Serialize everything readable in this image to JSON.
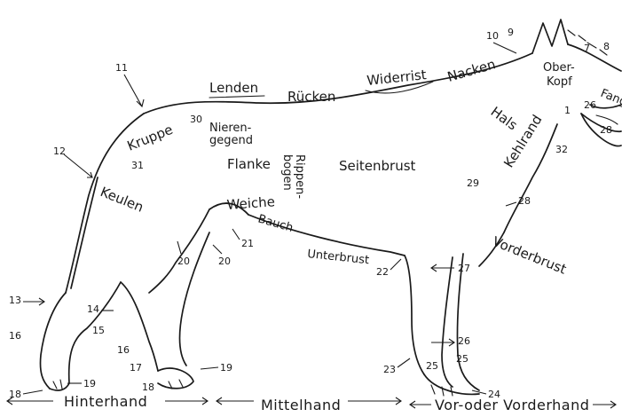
{
  "regions": {
    "lenden": "Lenden",
    "ruecken": "Rücken",
    "widerrist": "Widerrist",
    "nacken": "Nacken",
    "oberkopf_1": "Ober-",
    "oberkopf_2": "Kopf",
    "fang": "Fang",
    "kruppe": "Kruppe",
    "nierengegend_1": "Nieren-",
    "nierengegend_2": "gegend",
    "flanke": "Flanke",
    "rippenbogen_1": "Rippen-",
    "rippenbogen_2": "bogen",
    "seitenbrust": "Seitenbrust",
    "hals": "Hals",
    "kehlrand": "Kehlrand",
    "keulen": "Keulen",
    "weiche": "Weiche",
    "bauch": "Bauch",
    "unterbrust": "Unterbrust",
    "vorderbrust": "Vorderbrust"
  },
  "numbers": [
    "1",
    "7",
    "8",
    "9",
    "10",
    "11",
    "12",
    "13",
    "14",
    "15",
    "16",
    "16",
    "17",
    "18",
    "18",
    "19",
    "19",
    "20",
    "20",
    "21",
    "22",
    "23",
    "24",
    "25",
    "25",
    "26",
    "27",
    "28",
    "29",
    "30",
    "31",
    "32",
    "26",
    "28"
  ],
  "sections": {
    "hinterhand": "Hinterhand",
    "mittelhand": "Mittelhand",
    "vorderhand": "Vor-oder Vorderhand"
  }
}
